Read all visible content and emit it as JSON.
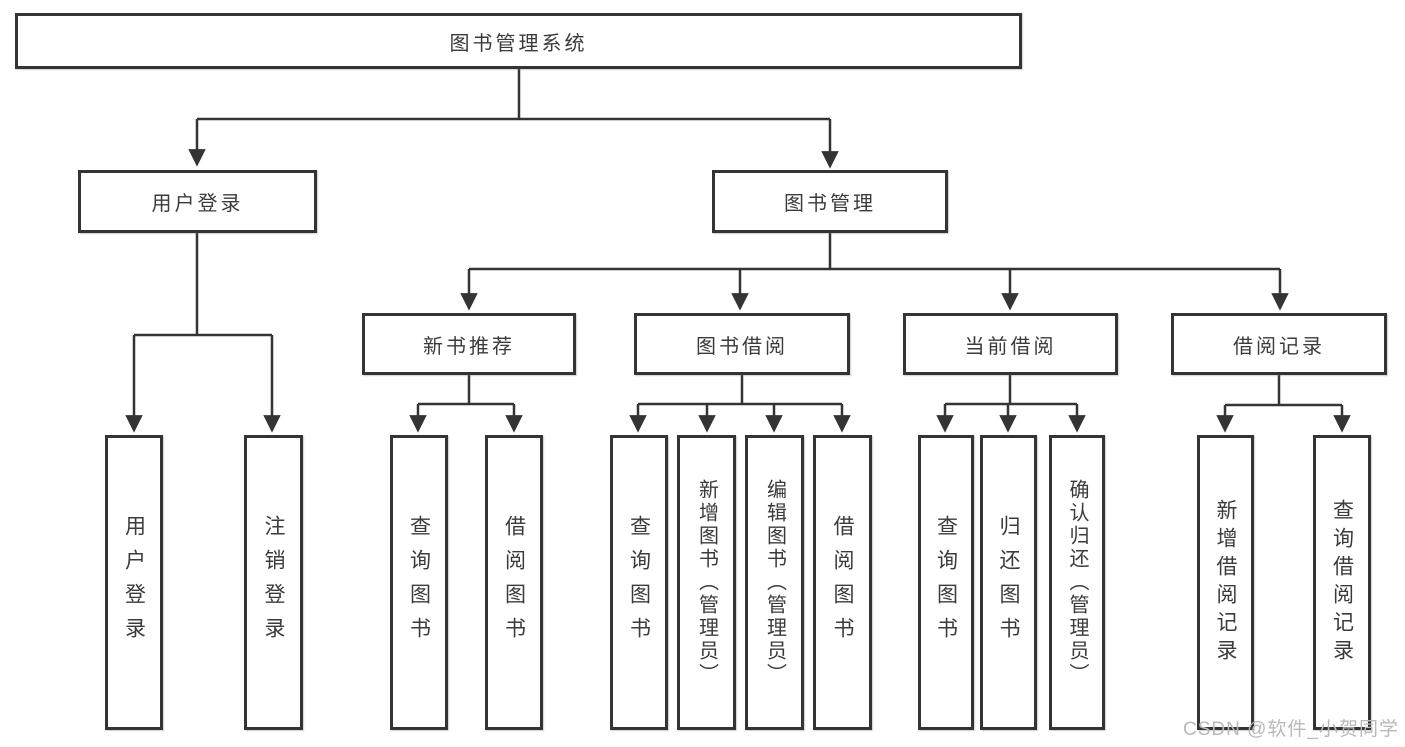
{
  "colors": {
    "background": "#ffffff",
    "line": "#343434",
    "box_border": "#343434",
    "text": "#3b3b3b",
    "watermark": "#b9b9b9"
  },
  "diagram": {
    "type": "tree",
    "root": {
      "label": "图书管理系统"
    },
    "level2": [
      {
        "label": "用户登录",
        "parent": "图书管理系统"
      },
      {
        "label": "图书管理",
        "parent": "图书管理系统"
      }
    ],
    "level3": [
      {
        "label": "新书推荐",
        "parent": "图书管理"
      },
      {
        "label": "图书借阅",
        "parent": "图书管理"
      },
      {
        "label": "当前借阅",
        "parent": "图书管理"
      },
      {
        "label": "借阅记录",
        "parent": "图书管理"
      }
    ],
    "leaves": [
      {
        "label": "用户登录",
        "parent": "用户登录"
      },
      {
        "label": "注销登录",
        "parent": "用户登录"
      },
      {
        "label": "查询图书",
        "parent": "新书推荐"
      },
      {
        "label": "借阅图书",
        "parent": "新书推荐"
      },
      {
        "label": "查询图书",
        "parent": "图书借阅"
      },
      {
        "label": "新增图书（管理员）",
        "parent": "图书借阅"
      },
      {
        "label": "编辑图书（管理员）",
        "parent": "图书借阅"
      },
      {
        "label": "借阅图书",
        "parent": "图书借阅"
      },
      {
        "label": "查询图书",
        "parent": "当前借阅"
      },
      {
        "label": "归还图书",
        "parent": "当前借阅"
      },
      {
        "label": "确认归还（管理员）",
        "parent": "当前借阅"
      },
      {
        "label": "新增借阅记录",
        "parent": "借阅记录"
      },
      {
        "label": "查询借阅记录",
        "parent": "借阅记录"
      }
    ]
  },
  "watermark": "CSDN @软件_小贺同学"
}
